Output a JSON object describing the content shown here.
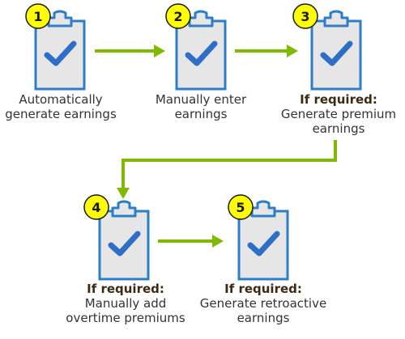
{
  "colors": {
    "clipboard_fill": "#e6e6e6",
    "clipboard_stroke": "#2e7ec6",
    "check": "#2e6ec6",
    "badge_fill": "#ffff00",
    "badge_stroke": "#1a1a1a",
    "arrow": "#7fba00"
  },
  "steps": [
    {
      "number": "1",
      "required_label": "",
      "text": "Automatically\ngenerate earnings"
    },
    {
      "number": "2",
      "required_label": "",
      "text": "Manually enter\nearnings"
    },
    {
      "number": "3",
      "required_label": "If required:",
      "text": "Generate premium\nearnings"
    },
    {
      "number": "4",
      "required_label": "If required:",
      "text": "Manually add\novertime premiums"
    },
    {
      "number": "5",
      "required_label": "If required:",
      "text": "Generate retroactive\nearnings"
    }
  ],
  "icons": {
    "step_icon": "clipboard-check-icon",
    "badge": "number-badge",
    "connector": "arrow-right-icon"
  }
}
